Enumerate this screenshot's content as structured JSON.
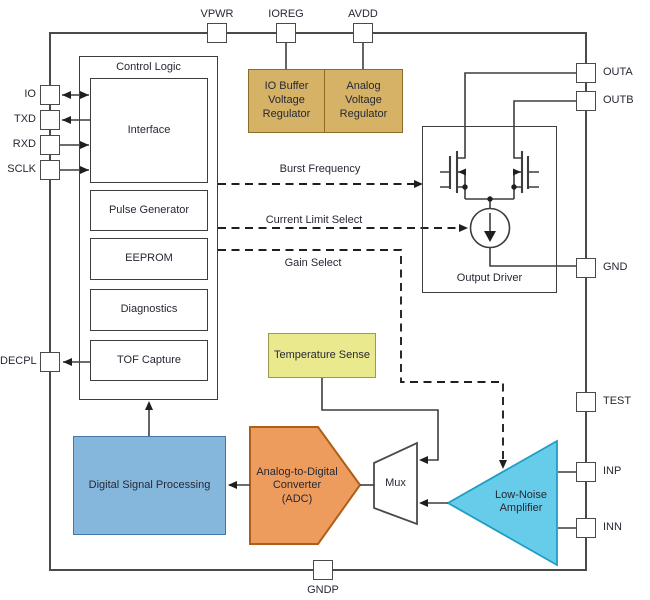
{
  "pins": {
    "vpwr": "VPWR",
    "ioreg": "IOREG",
    "avdd": "AVDD",
    "io": "IO",
    "txd": "TXD",
    "rxd": "RXD",
    "sclk": "SCLK",
    "decpl": "DECPL",
    "outa": "OUTA",
    "outb": "OUTB",
    "gnd": "GND",
    "test": "TEST",
    "inp": "INP",
    "inn": "INN",
    "gndp": "GNDP"
  },
  "blocks": {
    "control_logic": "Control Logic",
    "interface": "Interface",
    "pulse_generator": "Pulse Generator",
    "eeprom": "EEPROM",
    "diagnostics": "Diagnostics",
    "tof_capture": "TOF Capture",
    "io_buffer_regulator": "IO Buffer Voltage Regulator",
    "analog_regulator": "Analog Voltage Regulator",
    "output_driver": "Output Driver",
    "temperature_sense": "Temperature Sense",
    "dsp": "Digital Signal Processing",
    "adc_lines": [
      "Analog-to-Digital",
      "Converter",
      "(ADC)"
    ],
    "mux": "Mux",
    "lna": "Low-Noise Amplifier"
  },
  "signals": {
    "burst_frequency": "Burst Frequency",
    "current_limit_select": "Current Limit Select",
    "gain_select": "Gain Select"
  },
  "colors": {
    "tan_fill": "#d5b266",
    "tan_border": "#8a6b28",
    "yellow_fill": "#ebe98e",
    "yellow_border": "#9b9b4e",
    "blue_fill": "#85b7dd",
    "blue_border": "#4377a6",
    "orange_fill": "#ee9c5d",
    "orange_border": "#ae5f17",
    "cyan_fill": "#66cce9",
    "cyan_border": "#1f9ec4",
    "line": "#3d3d3d",
    "text": "#262834"
  }
}
